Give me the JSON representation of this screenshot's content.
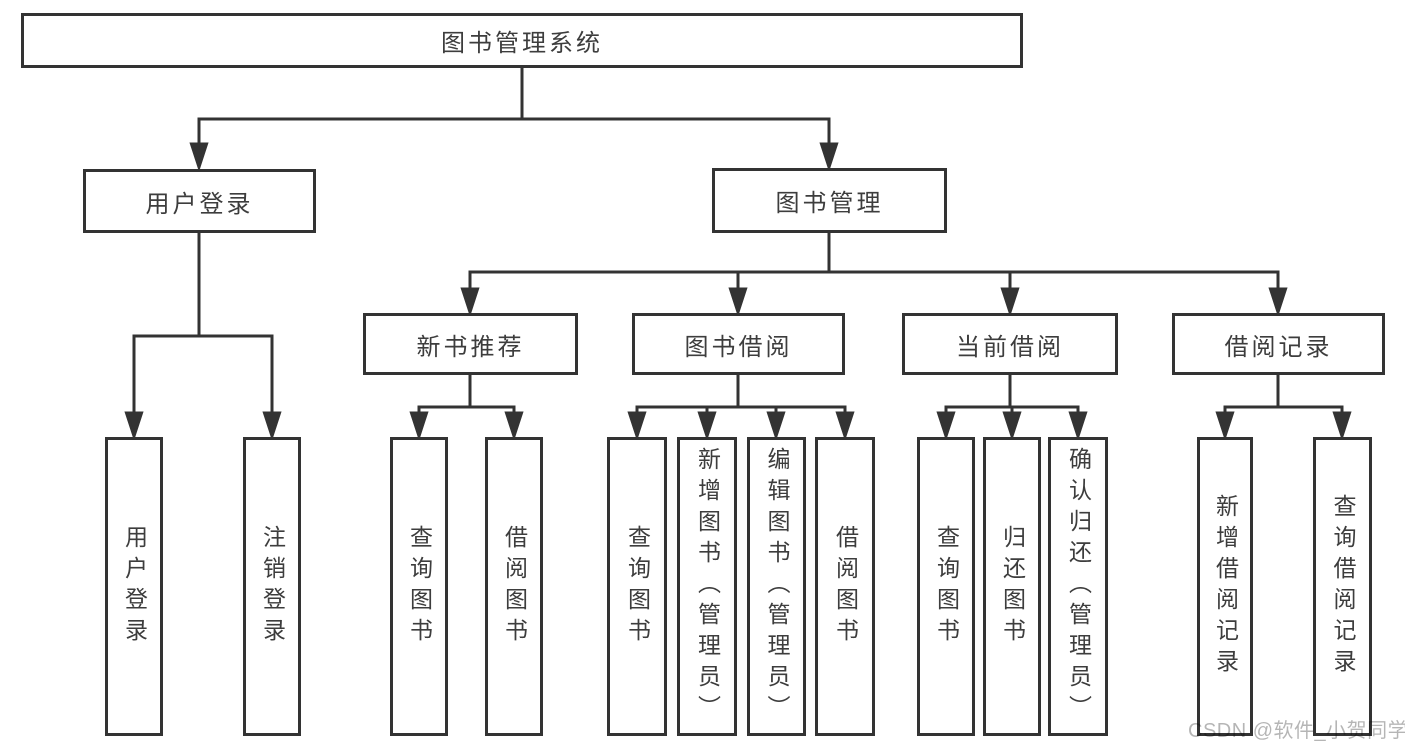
{
  "watermark": "CSDN @软件_小贺同学",
  "colors": {
    "line": "#333333",
    "box_border": "#333333",
    "text": "#3d3d3d",
    "watermark": "#b5b5b5",
    "background": "#ffffff"
  },
  "tree": {
    "root": {
      "label": "图书管理系统"
    },
    "branches": [
      {
        "label": "用户登录",
        "children": [
          {
            "label": "用户登录"
          },
          {
            "label": "注销登录"
          }
        ]
      },
      {
        "label": "图书管理",
        "children": [
          {
            "label": "新书推荐",
            "children": [
              {
                "label": "查询图书"
              },
              {
                "label": "借阅图书"
              }
            ]
          },
          {
            "label": "图书借阅",
            "children": [
              {
                "label": "查询图书"
              },
              {
                "label": "新增图书（管理员）"
              },
              {
                "label": "编辑图书（管理员）"
              },
              {
                "label": "借阅图书"
              }
            ]
          },
          {
            "label": "当前借阅",
            "children": [
              {
                "label": "查询图书"
              },
              {
                "label": "归还图书"
              },
              {
                "label": "确认归还（管理员）"
              }
            ]
          },
          {
            "label": "借阅记录",
            "children": [
              {
                "label": "新增借阅记录"
              },
              {
                "label": "查询借阅记录"
              }
            ]
          }
        ]
      }
    ]
  }
}
